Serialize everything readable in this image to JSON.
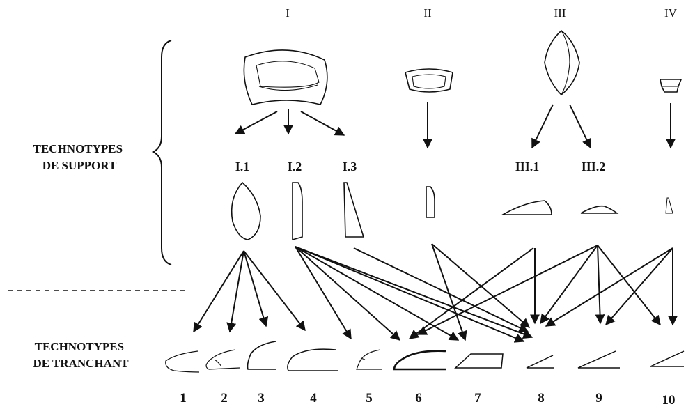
{
  "groups": [
    "I",
    "II",
    "III",
    "IV"
  ],
  "subtypes": [
    "I.1",
    "I.2",
    "I.3",
    "III.1",
    "III.2"
  ],
  "side_labels": {
    "support": [
      "TECHNOTYPES",
      "DE SUPPORT"
    ],
    "tranchant": [
      "TECHNOTYPES",
      "DE TRANCHANT"
    ]
  },
  "numbers": [
    "1",
    "2",
    "3",
    "4",
    "5",
    "6",
    "7",
    "8",
    "9",
    "10"
  ]
}
